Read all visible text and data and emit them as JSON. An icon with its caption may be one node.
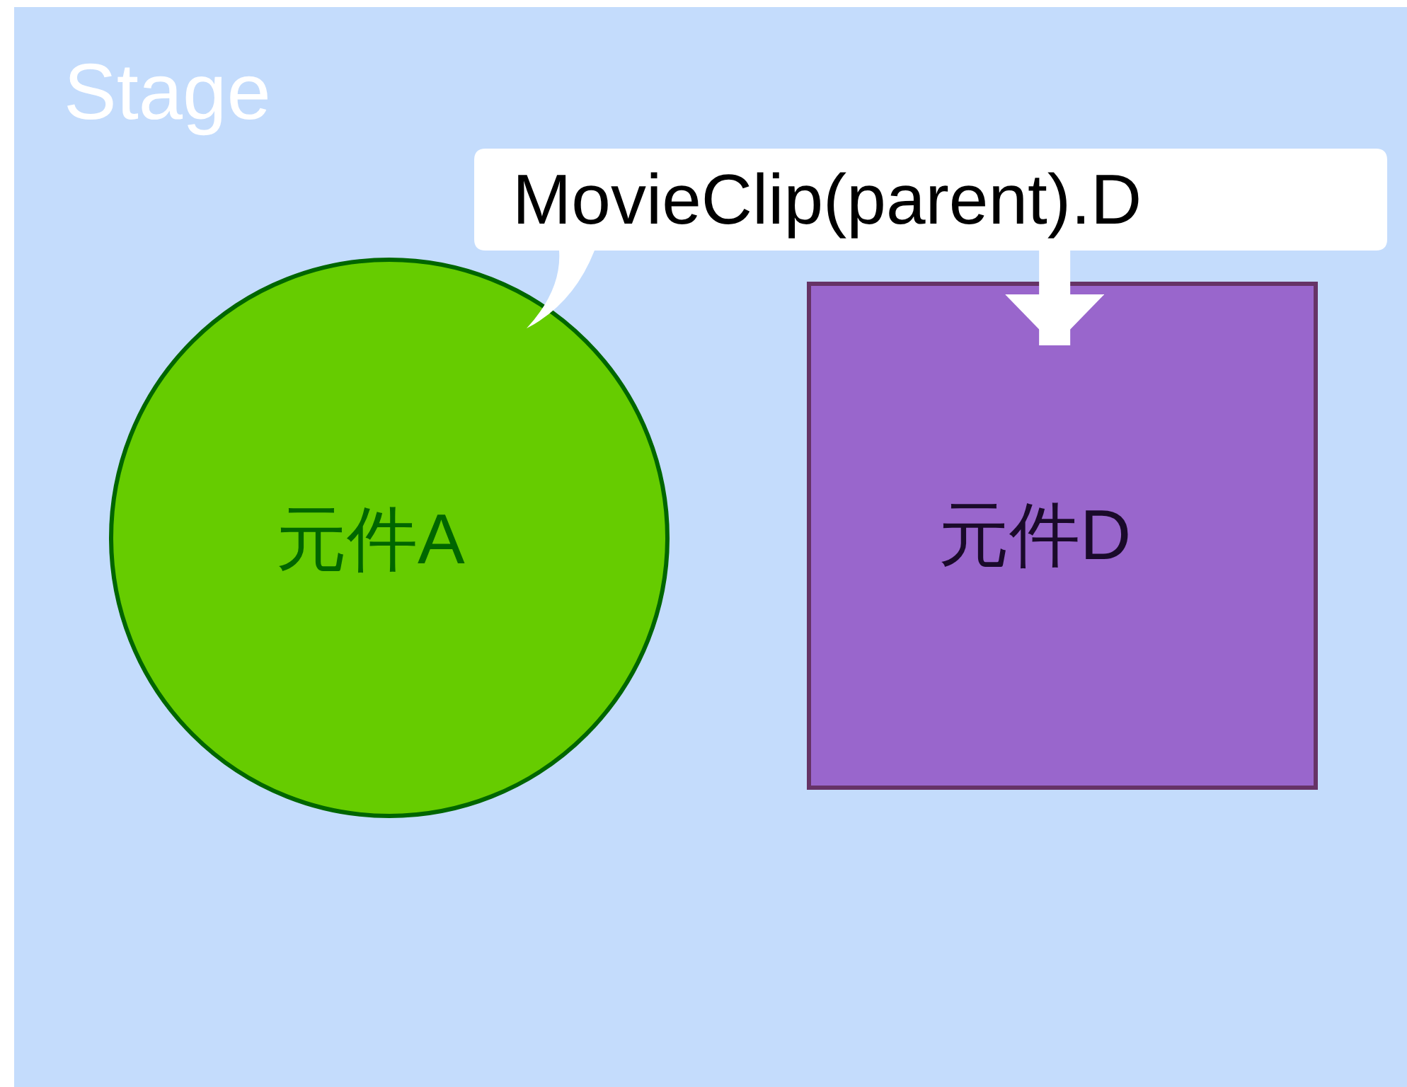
{
  "diagram": {
    "nodes": [
      {
        "text": [
          "Stage"
        ]
      },
      {
        "text": [
          "元件A"
        ],
        "in": 0
      },
      {
        "text": [
          "MovieClip(parent).D"
        ],
        "in": 0
      },
      {
        "text": [
          "元件D"
        ],
        "in": 0
      }
    ],
    "edges": [
      {
        "from": 2,
        "to": 3,
        "arrow": "to",
        "color": "#ffffff"
      }
    ]
  }
}
